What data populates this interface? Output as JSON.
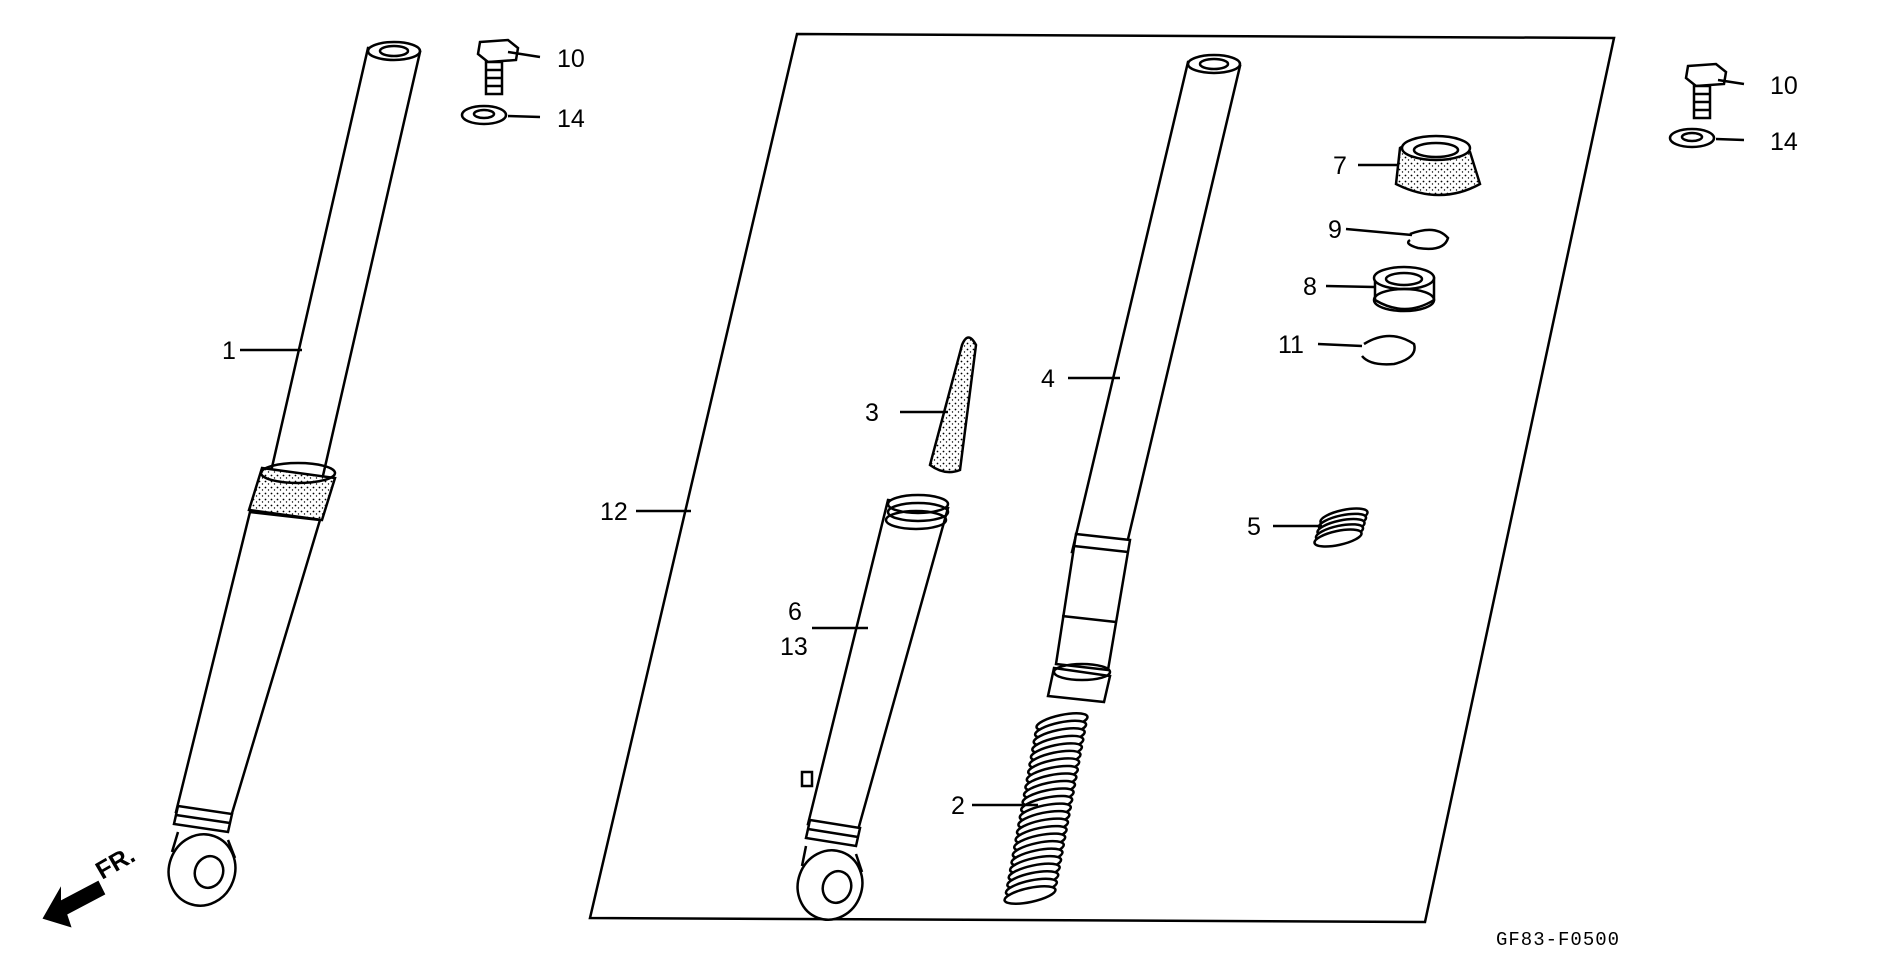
{
  "diagram": {
    "code": "GF83-F0500",
    "direction_label": "FR.",
    "callouts": {
      "c1": "1",
      "c2": "2",
      "c3": "3",
      "c4": "4",
      "c5": "5",
      "c6": "6",
      "c7": "7",
      "c8": "8",
      "c9": "9",
      "c10a": "10",
      "c10b": "10",
      "c11": "11",
      "c12": "12",
      "c13": "13",
      "c14a": "14",
      "c14b": "14"
    }
  }
}
